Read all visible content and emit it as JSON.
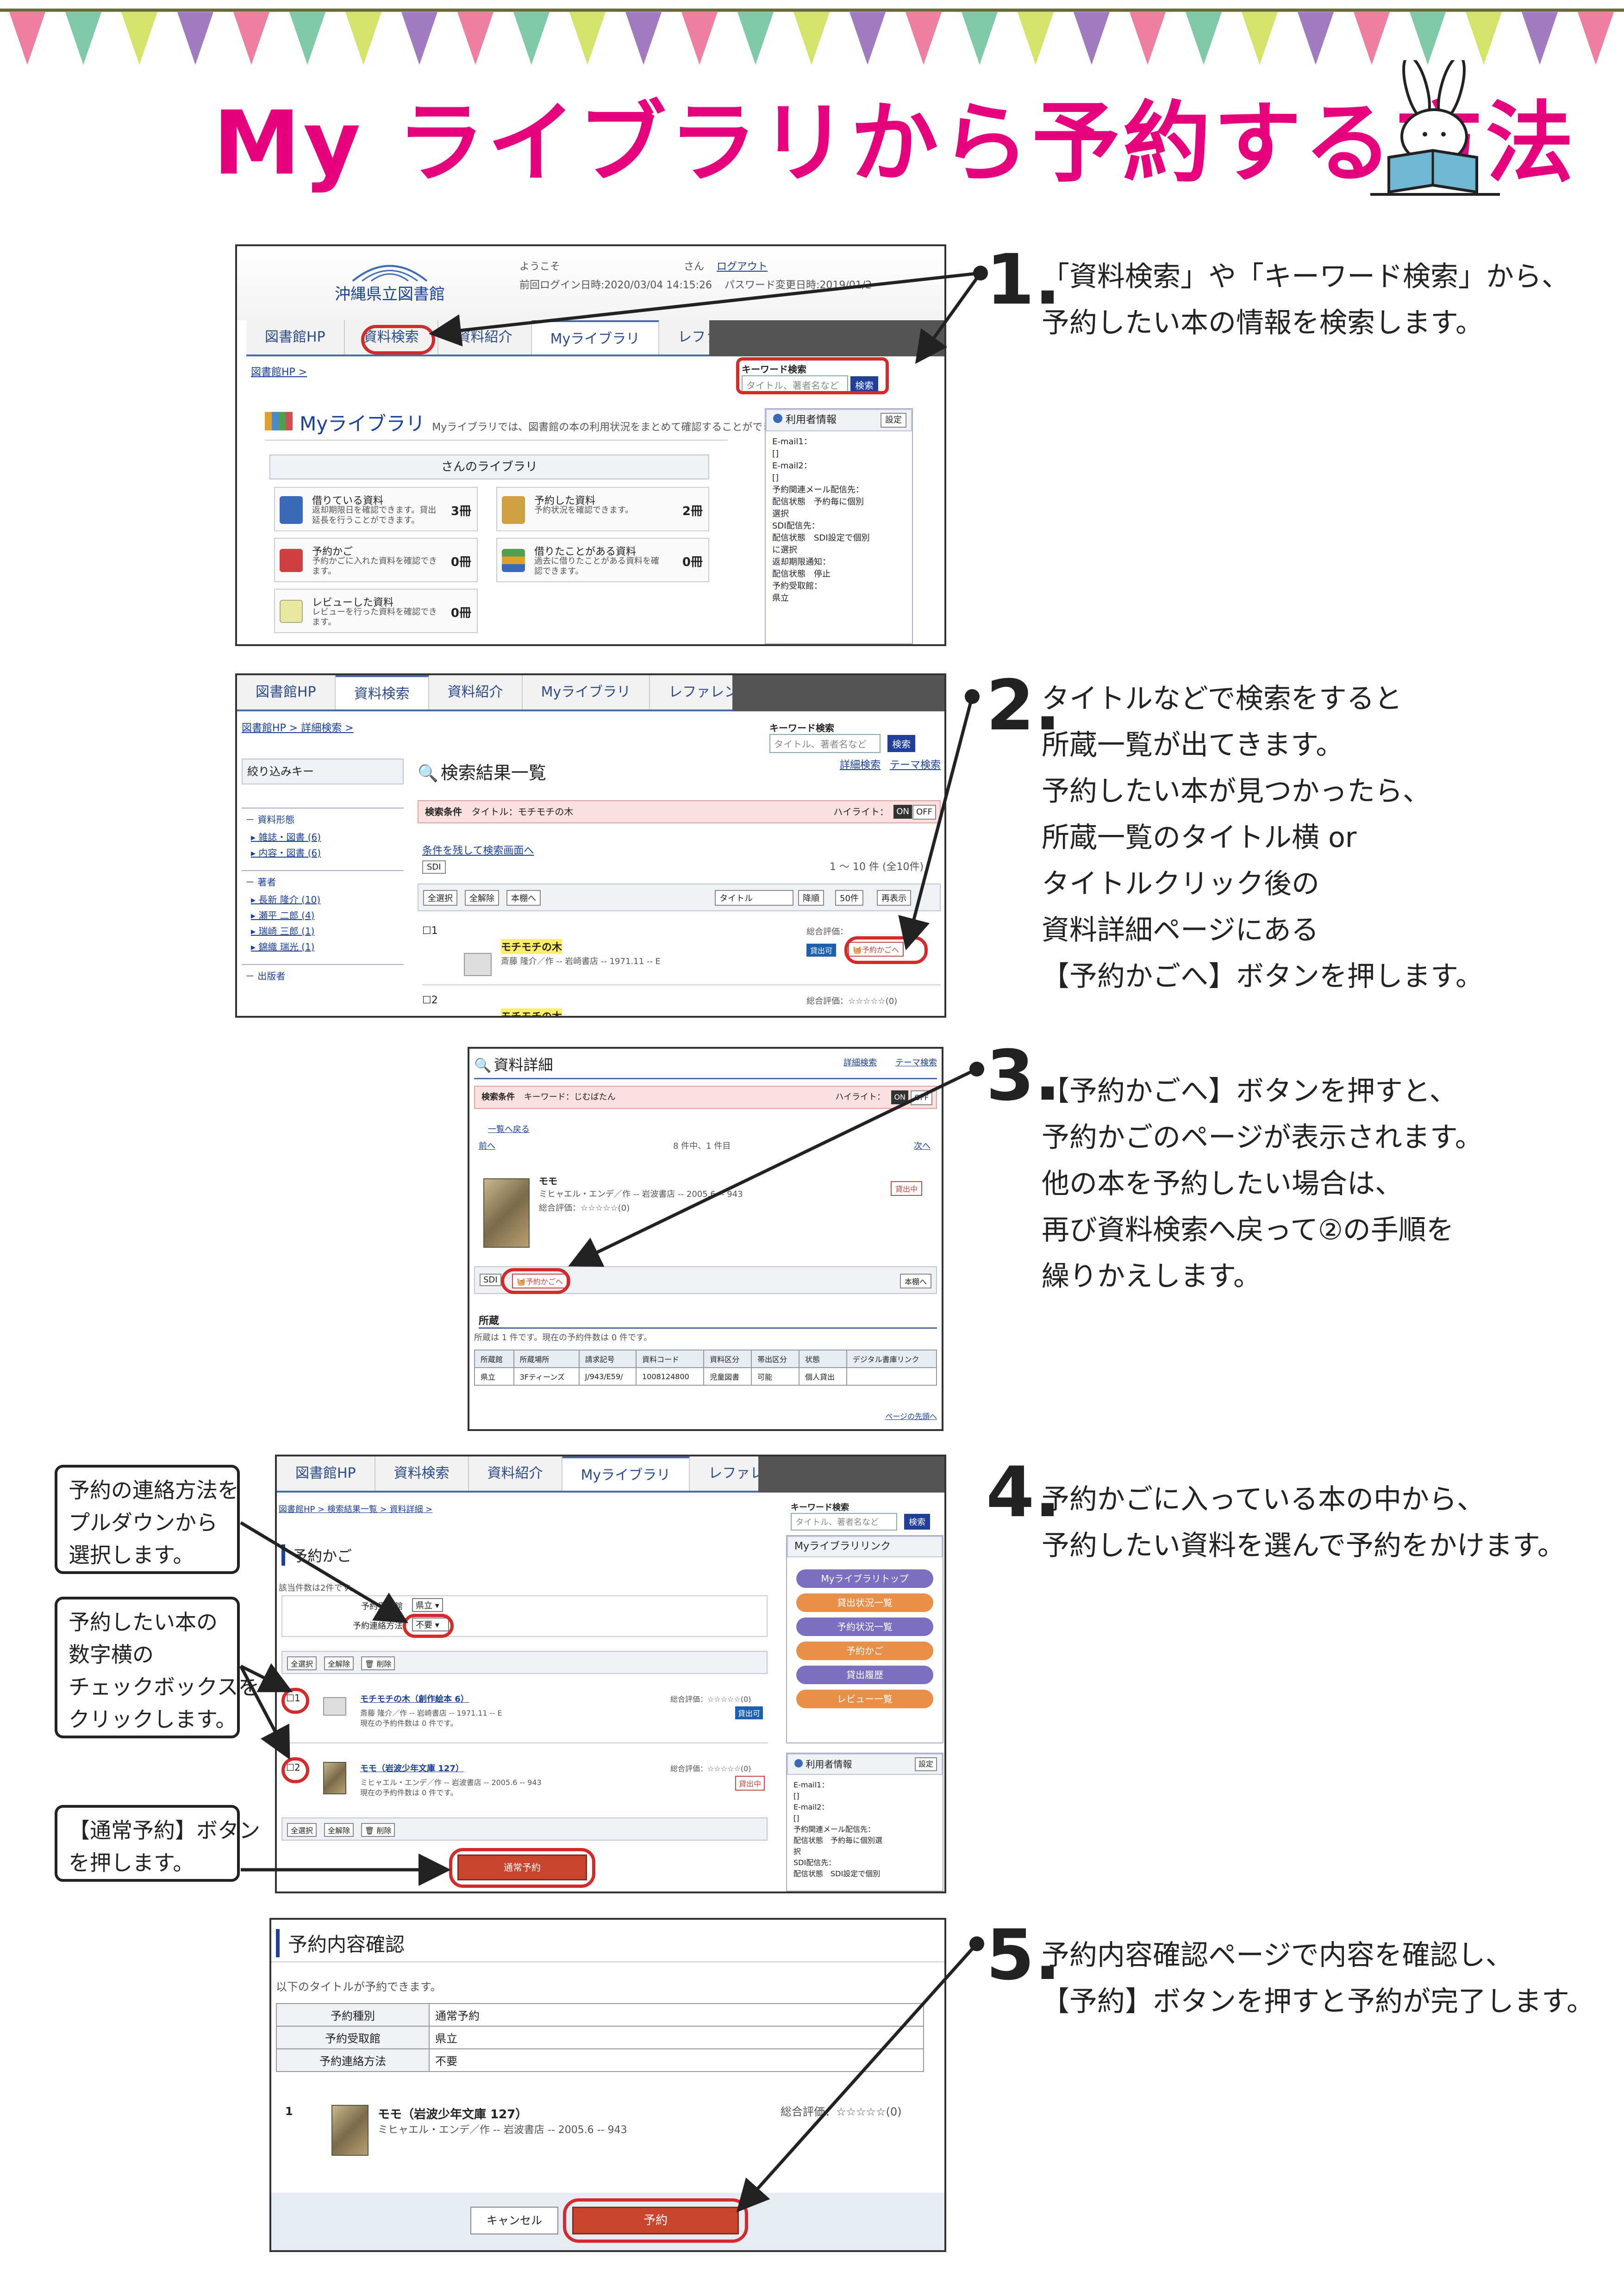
{
  "title": "My ライブラリから予約する方法",
  "colors": {
    "accent": "#e6007e",
    "red": "#d42a2a",
    "pennant_pink": "#ef7fa0",
    "pennant_green": "#7fc9a8",
    "pennant_lime": "#d5e36a",
    "pennant_purple": "#a07bc0"
  },
  "steps": [
    {
      "num": "1.",
      "lines": [
        "「資料検索」や「キーワード検索」から、",
        "予約したい本の情報を検索します。"
      ]
    },
    {
      "num": "2.",
      "lines": [
        "タイトルなどで検索をすると",
        "所蔵一覧が出てきます。",
        "予約したい本が見つかったら、",
        "所蔵一覧のタイトル横 or",
        "タイトルクリック後の",
        "資料詳細ページにある",
        "【予約かごへ】ボタンを押します。"
      ]
    },
    {
      "num": "3.",
      "lines": [
        "【予約かごへ】ボタンを押すと、",
        "予約かごのページが表示されます。",
        "他の本を予約したい場合は、",
        "再び資料検索へ戻って②の手順を",
        "繰りかえします。"
      ]
    },
    {
      "num": "4.",
      "lines": [
        "予約かごに入っている本の中から、",
        "予約したい資料を選んで予約をかけます。"
      ]
    },
    {
      "num": "5.",
      "lines": [
        "予約内容確認ページで内容を確認し、",
        "【予約】ボタンを押すと予約が完了します。"
      ]
    }
  ],
  "callouts": [
    {
      "lines": [
        "予約の連絡方法を",
        "プルダウンから",
        "選択します。"
      ]
    },
    {
      "lines": [
        "予約したい本の",
        "数字横の",
        "チェックボックスを",
        "クリックします。"
      ]
    },
    {
      "lines": [
        "【通常予約】ボタン",
        "を押します。"
      ]
    }
  ],
  "tabs": [
    "図書館HP",
    "資料検索",
    "資料紹介",
    "Myライブラリ",
    "レファレンス"
  ],
  "shot1": {
    "logo": "沖縄県立図書館",
    "welcome": "ようこそ",
    "san": "さん",
    "logout": "ログアウト",
    "last_login": "前回ログイン日時:2020/03/04 14:15:26",
    "pw_change": "パスワード変更日時:2019/01/2",
    "breadcrumb": "図書館HP >",
    "kw_label": "キーワード検索",
    "kw_placeholder": "タイトル、著者名など",
    "search_btn": "検索",
    "mylib_title": "Myライブラリ",
    "mylib_desc": "Myライブラリでは、図書館の本の利用状況をまとめて確認することができます。",
    "san_library": "さんのライブラリ",
    "cards": [
      {
        "title": "借りている資料",
        "desc": "返却期限日を確認できます。貸出延長を行うことができます。",
        "count": "3冊"
      },
      {
        "title": "予約した資料",
        "desc": "予約状況を確認できます。",
        "count": "2冊"
      },
      {
        "title": "予約かご",
        "desc": "予約かごに入れた資料を確認できます。",
        "count": "0冊"
      },
      {
        "title": "借りたことがある資料",
        "desc": "過去に借りたことがある資料を確認できます。",
        "count": "0冊"
      },
      {
        "title": "レビューした資料",
        "desc": "レビューを行った資料を確認できます。",
        "count": "0冊"
      }
    ],
    "user_info": "利用者情報",
    "settings": "設定",
    "user_rows": [
      "E-mail1：",
      "[]",
      "E-mail2：",
      "[]",
      "予約関連メール配信先：",
      "配信状態　予約毎に個別",
      "選択",
      "SDI配信先：",
      "配信状態　SDI設定で個別",
      "に選択",
      "返却期限通知：",
      "配信状態　停止",
      "予約受取館：",
      "県立"
    ]
  },
  "shot2": {
    "breadcrumb": "図書館HP > 詳細検索 >",
    "kw_label": "キーワード検索",
    "kw_placeholder": "タイトル、著者名など",
    "search_btn": "検索",
    "narrow": "絞り込みキー",
    "facet_type": "資料形態",
    "facet_type_items": [
      "雑誌・図書 (6)",
      "内容・図書 (6)"
    ],
    "facet_author": "著者",
    "facet_author_items": [
      "長新 隆介 (10)",
      "瀬平 二郎 (4)",
      "瑞崎 三郎 (1)",
      "錦織 瑞光 (1)"
    ],
    "facet_pub": "出版者",
    "result_title": "検索結果一覧",
    "detail_search": "詳細検索",
    "theme_search": "テーマ検索",
    "cond_label": "検索条件",
    "cond": "タイトル：モチモチの木",
    "highlight": "ハイライト：",
    "on": "ON",
    "off": "OFF",
    "keep_cond": "条件を残して検索画面へ",
    "sdi": "SDI",
    "count": "1 ～ 10 件 (全10件)",
    "select_all": "全選択",
    "clear_all": "全解除",
    "to_shelf": "本棚へ",
    "sort1": "タイトル",
    "sort2": "降順",
    "sort3": "50件",
    "redisplay": "再表示",
    "item1_no": "1",
    "item1_title": "モチモチの木",
    "item1_meta": "斎藤 隆介／作 -- 岩崎書店 -- 1971.11 -- E",
    "item1_status": "貸出可",
    "rating": "総合評価：",
    "to_cart": "予約かごへ",
    "item2_no": "2",
    "item2_title": "モチモチの木",
    "item2_rating": "総合評価：☆☆☆☆☆(0)"
  },
  "shot3": {
    "title": "資料詳細",
    "detail_search": "詳細検索",
    "theme_search": "テーマ検索",
    "cond_label": "検索条件",
    "cond": "キーワード：じむばたん",
    "highlight": "ハイライト：",
    "on": "ON",
    "off": "OFF",
    "back": "一覧へ戻る",
    "prev": "前へ",
    "pos": "8 件中、1 件目",
    "next": "次へ",
    "book_title": "モモ",
    "book_meta": "ミヒャエル・エンデ／作 -- 岩波書店 -- 2005.6 -- 943",
    "rating": "総合評価：☆☆☆☆☆(0)",
    "status": "貸出中",
    "sdi": "SDI",
    "to_cart": "予約かごへ",
    "to_shelf": "本棚へ",
    "holdings": "所蔵",
    "holdings_note": "所蔵は 1 件です。現在の予約件数は 0 件です。",
    "table_head": [
      "所蔵館",
      "所蔵場所",
      "請求記号",
      "資料コード",
      "資料区分",
      "帯出区分",
      "状態",
      "デジタル書庫リンク"
    ],
    "table_row": [
      "県立",
      "3Fティーンズ",
      "J/943/E59/",
      "1008124800",
      "児童図書",
      "可能",
      "個人貸出",
      ""
    ],
    "page_top": "ページの先頭へ"
  },
  "shot4": {
    "breadcrumb": "図書館HP > 検索結果一覧 > 資料詳細 >",
    "kw_label": "キーワード検索",
    "kw_placeholder": "タイトル、著者名など",
    "search_btn": "検索",
    "title": "予約かご",
    "count": "該当件数は2件です。",
    "pickup_label": "予約受取館",
    "pickup_value": "県立",
    "contact_label": "予約連絡方法",
    "contact_value": "不要",
    "select_all": "全選択",
    "clear_all": "全解除",
    "delete": "削除",
    "item1_no": "1",
    "item1_title": "モチモチの木（創作絵本 6）",
    "item1_meta": "斎藤 隆介／作 -- 岩崎書店 -- 1971.11 -- E",
    "item1_note": "現在の予約件数は 0 件です。",
    "item1_status": "貸出可",
    "item2_no": "2",
    "item2_title": "モモ（岩波少年文庫 127）",
    "item2_meta": "ミヒャエル・エンデ／作 -- 岩波書店 -- 2005.6 -- 943",
    "item2_note": "現在の予約件数は 0 件です。",
    "item2_status": "貸出中",
    "rating": "総合評価：☆☆☆☆☆(0)",
    "reserve_btn": "通常予約",
    "links_title": "Myライブラリリンク",
    "links": [
      "Myライブラリトップ",
      "貸出状況一覧",
      "予約状況一覧",
      "予約かご",
      "貸出履歴",
      "レビュー一覧"
    ],
    "user_info": "利用者情報",
    "settings": "設定",
    "user_rows": [
      "E-mail1：",
      "[]",
      "E-mail2：",
      "[]",
      "予約関連メール配信先：",
      "配信状態　予約毎に個別選",
      "択",
      "SDI配信先：",
      "配信状態　SDI設定で個別"
    ]
  },
  "shot5": {
    "title": "予約内容確認",
    "note": "以下のタイトルが予約できます。",
    "rows": [
      {
        "k": "予約種別",
        "v": "通常予約"
      },
      {
        "k": "予約受取館",
        "v": "県立"
      },
      {
        "k": "予約連絡方法",
        "v": "不要"
      }
    ],
    "item_no": "1",
    "item_title": "モモ（岩波少年文庫 127）",
    "item_meta": "ミヒャエル・エンデ／作 -- 岩波書店 -- 2005.6 -- 943",
    "rating": "総合評価：☆☆☆☆☆(0)",
    "cancel": "キャンセル",
    "reserve": "予約"
  }
}
